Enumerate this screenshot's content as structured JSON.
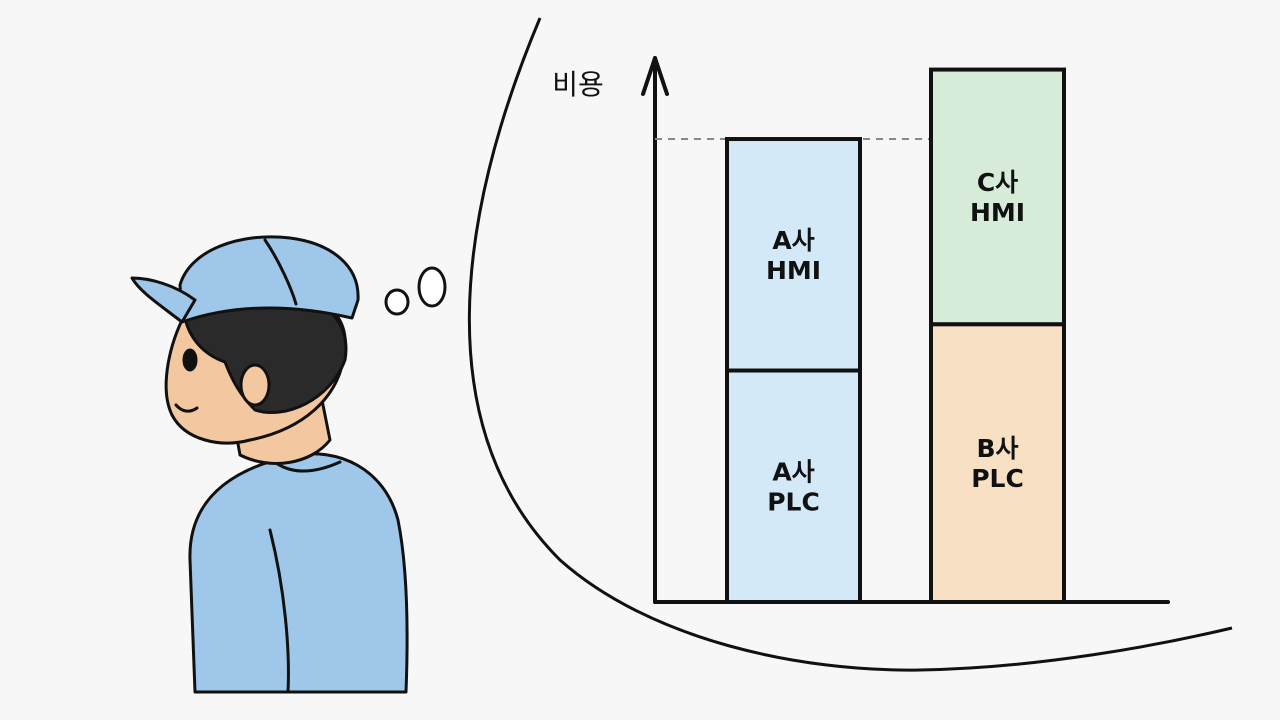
{
  "chart_data": {
    "type": "bar",
    "stacked": true,
    "ylabel": "비용",
    "categories": [
      "",
      ""
    ],
    "stacks": [
      {
        "segments": [
          {
            "label_lines": [
              "A사",
              "PLC"
            ],
            "value": 1.0,
            "color": "#d3e9f8"
          },
          {
            "label_lines": [
              "A사",
              "HMI"
            ],
            "value": 1.0,
            "color": "#d3e9f8"
          }
        ]
      },
      {
        "segments": [
          {
            "label_lines": [
              "B사",
              "PLC"
            ],
            "value": 1.2,
            "color": "#f8e0c4"
          },
          {
            "label_lines": [
              "C사",
              "HMI"
            ],
            "value": 1.1,
            "color": "#d6ebd8"
          }
        ]
      }
    ],
    "reference_line": {
      "value": 2.0,
      "style": "dashed"
    },
    "ylim": [
      0,
      2.35
    ],
    "grid": false,
    "legend": "none"
  },
  "colors": {
    "outline": "#111111",
    "uniform": "#9ec7ea",
    "skin": "#f3c7a0",
    "hair": "#2a2a2a"
  },
  "icons": {
    "worker": "worker-illustration",
    "thought": "thought-bubble-icon"
  }
}
